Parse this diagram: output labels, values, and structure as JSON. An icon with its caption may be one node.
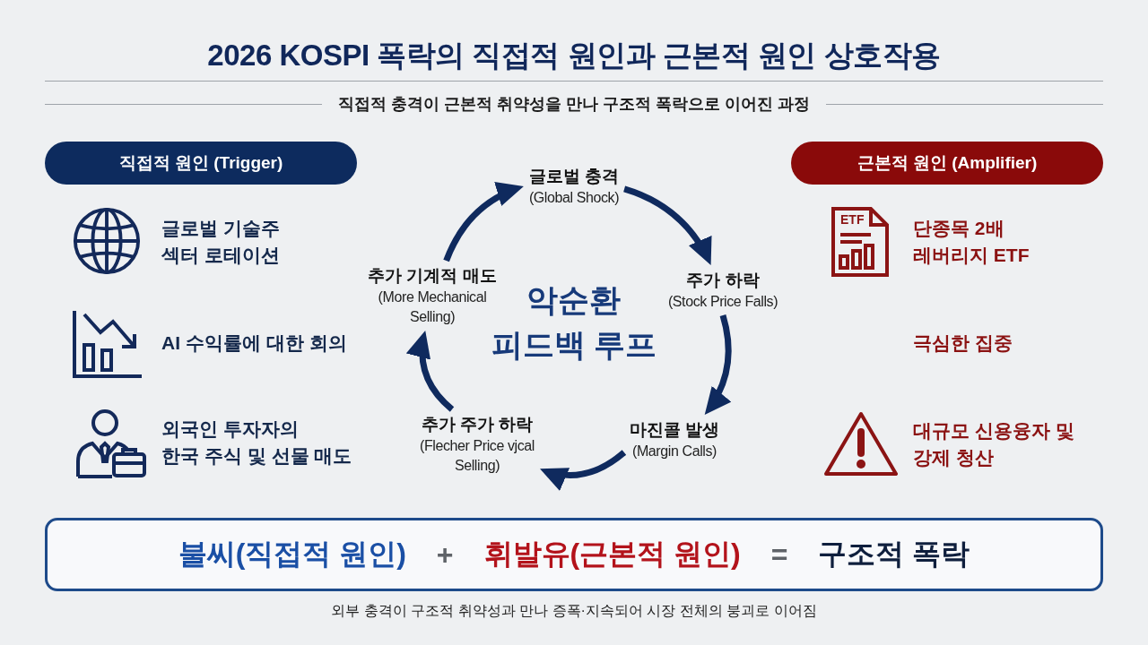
{
  "diagram": {
    "title": "2026 KOSPI 폭락의 직접적 원인과 근본적 원인 상호작용",
    "caption": "외부 충격이 구조적 취약성과 만나 증폭·지속되어 시장 전체의 붕괴로 이어짐",
    "nodes": [
      {
        "text": [
          "직접적 원인 (Trigger)"
        ]
      },
      {
        "text": [
          "근본적 원인 (Amplifier)"
        ]
      },
      {
        "text": [
          "글로벌 충격",
          "(Global Shock)"
        ]
      },
      {
        "text": [
          "주가 하락",
          "(Stock Price Falls)"
        ]
      },
      {
        "text": [
          "마진콜 발생",
          "(Margin Calls)"
        ]
      },
      {
        "text": [
          "추가 주가 하락",
          "(Flecher Price vjcal Selling)"
        ]
      },
      {
        "text": [
          "추가 기계적 매도",
          "(More Mechanical Selling)"
        ]
      },
      {
        "text": [
          "불씨(직접적 원인)",
          "+",
          "휘발유(근본적 원인)",
          "=",
          "구조적 폭락"
        ]
      }
    ],
    "edges": [
      {
        "from": 2,
        "to": 3,
        "arrow": "to"
      },
      {
        "from": 3,
        "to": 4,
        "arrow": "to"
      },
      {
        "from": 4,
        "to": 5,
        "arrow": "to"
      },
      {
        "from": 5,
        "to": 6,
        "arrow": "to"
      },
      {
        "from": 6,
        "to": 2,
        "arrow": "to"
      }
    ],
    "labels": [
      "직접적 충격이 근본적 취약성을 만나 구조적 폭락으로 이어진 과정",
      "글로벌 기술주 섹터 로테이션",
      "AI 수익률에 대한 회의",
      "외국인 투자자의 한국 주식 및 선물 매도",
      "악순환 피드백 루프",
      "ETF",
      "단종목 2배 레버리지 ETF",
      "극심한 집중",
      "대규모 신용융자 및 강제 청산"
    ]
  }
}
